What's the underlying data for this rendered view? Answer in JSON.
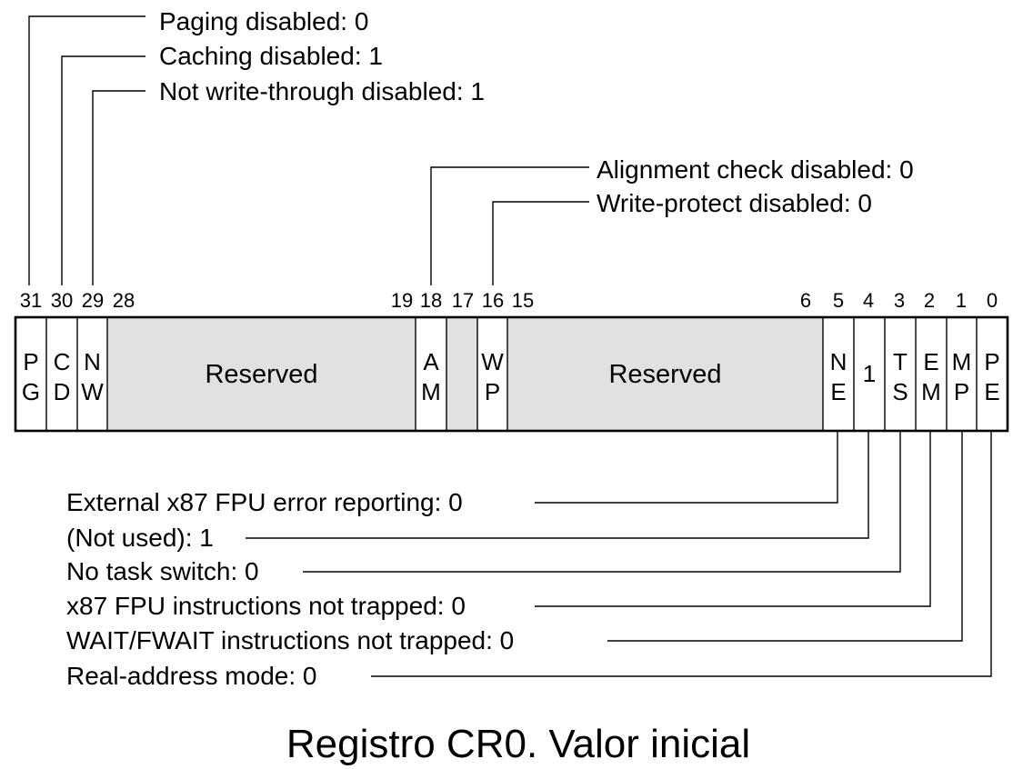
{
  "caption": "Registro CR0. Valor inicial",
  "colors": {
    "reserved_fill": "#e1e1e1",
    "border": "#000000",
    "background": "#ffffff"
  },
  "bit_numbers": [
    "31",
    "30",
    "29",
    "28",
    "19",
    "18",
    "17",
    "16",
    "15",
    "6",
    "5",
    "4",
    "3",
    "2",
    "1",
    "0"
  ],
  "fields": [
    {
      "id": "pg",
      "lines": [
        "P",
        "G"
      ]
    },
    {
      "id": "cd",
      "lines": [
        "C",
        "D"
      ]
    },
    {
      "id": "nw",
      "lines": [
        "N",
        "W"
      ]
    },
    {
      "id": "reserved-high",
      "lines": [
        "Reserved"
      ],
      "reserved": true
    },
    {
      "id": "am",
      "lines": [
        "A",
        "M"
      ]
    },
    {
      "id": "bit17",
      "lines": [],
      "reserved": true
    },
    {
      "id": "wp",
      "lines": [
        "W",
        "P"
      ]
    },
    {
      "id": "reserved-low",
      "lines": [
        "Reserved"
      ],
      "reserved": true
    },
    {
      "id": "ne",
      "lines": [
        "N",
        "E"
      ]
    },
    {
      "id": "bit4",
      "lines": [
        "1"
      ]
    },
    {
      "id": "ts",
      "lines": [
        "T",
        "S"
      ]
    },
    {
      "id": "em",
      "lines": [
        "E",
        "M"
      ]
    },
    {
      "id": "mp",
      "lines": [
        "M",
        "P"
      ]
    },
    {
      "id": "pe",
      "lines": [
        "P",
        "E"
      ]
    }
  ],
  "top_annotations": [
    {
      "field": "pg",
      "text": "Paging disabled: 0"
    },
    {
      "field": "cd",
      "text": "Caching disabled: 1"
    },
    {
      "field": "nw",
      "text": "Not write-through disabled: 1"
    },
    {
      "field": "am",
      "text": "Alignment check disabled: 0"
    },
    {
      "field": "wp",
      "text": "Write-protect disabled: 0"
    }
  ],
  "bottom_annotations": [
    {
      "field": "ne",
      "text": "External x87 FPU error reporting: 0"
    },
    {
      "field": "bit4",
      "text": "(Not used): 1"
    },
    {
      "field": "ts",
      "text": "No task switch: 0"
    },
    {
      "field": "em",
      "text": "x87 FPU instructions not trapped: 0"
    },
    {
      "field": "mp",
      "text": "WAIT/FWAIT instructions not trapped: 0"
    },
    {
      "field": "pe",
      "text": "Real-address mode: 0"
    }
  ]
}
